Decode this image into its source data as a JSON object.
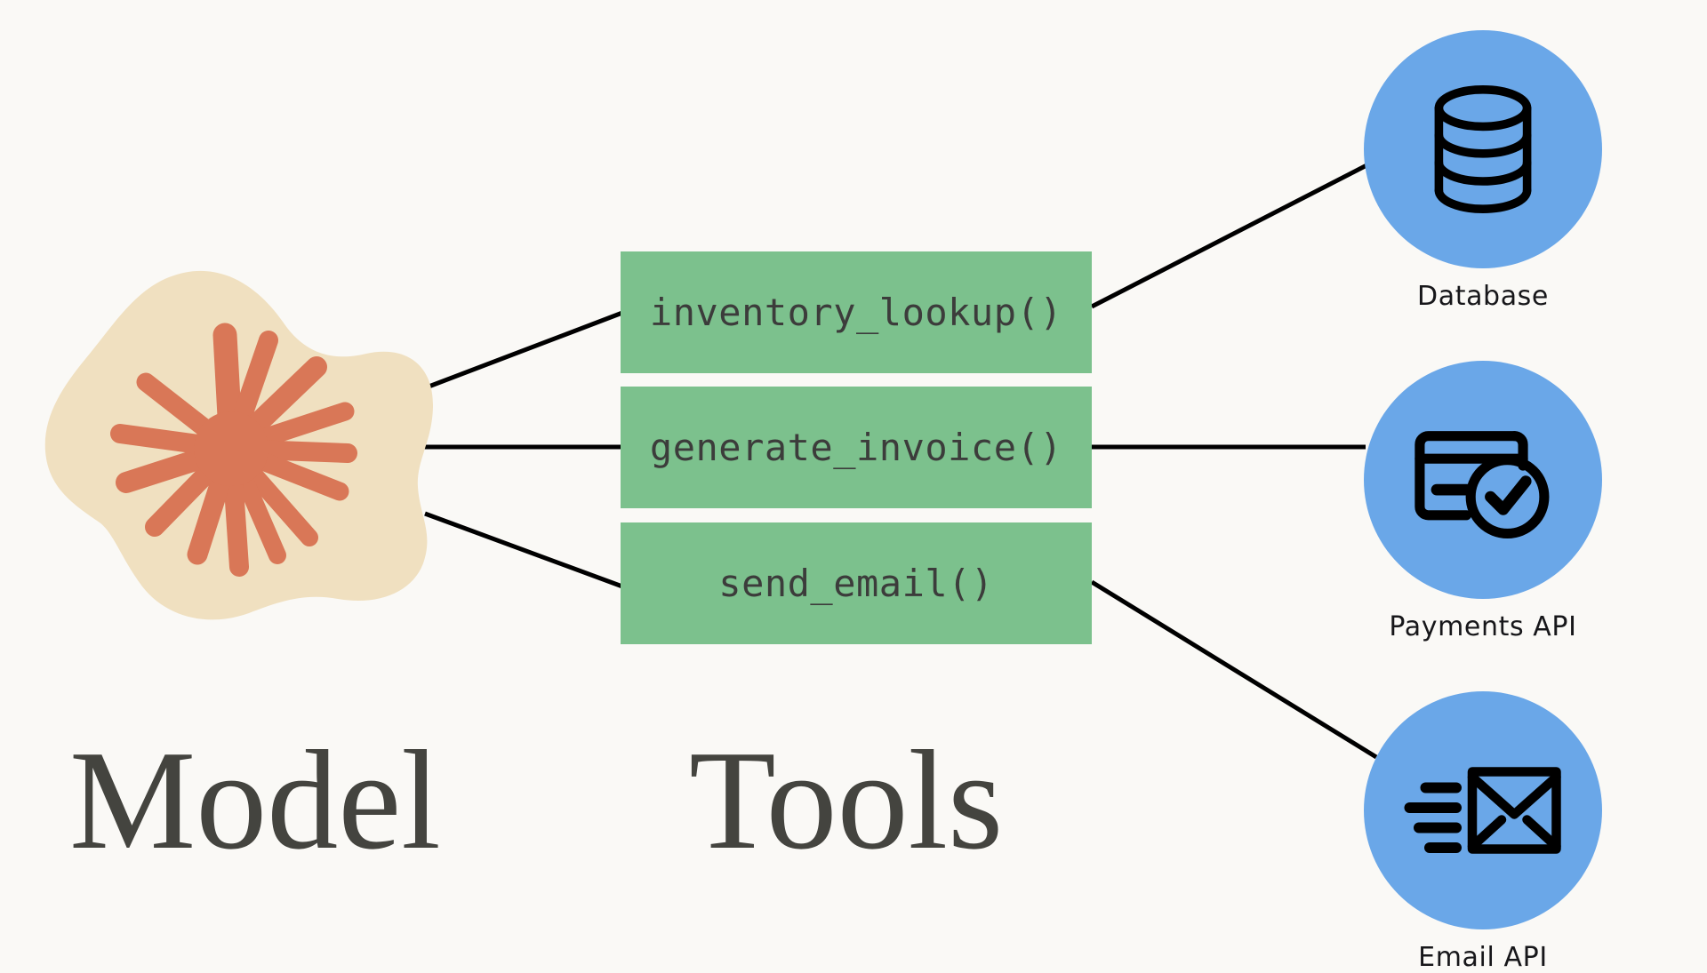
{
  "diagram": {
    "title_not_shown": null,
    "background_color": "#FAF9F6",
    "sections": [
      {
        "id": "model",
        "caption": "Model"
      },
      {
        "id": "tools",
        "caption": "Tools"
      }
    ],
    "model": {
      "caption": "Model",
      "blob_color": "#F0E0C0",
      "starburst_color": "#D97757",
      "starburst_icon": "starburst-icon",
      "starburst_ray_count": 14
    },
    "tools": {
      "caption": "Tools",
      "box_color": "#7CC18D",
      "text_color": "#3C3C3B",
      "items": [
        {
          "label": "inventory_lookup()",
          "name": "tool-inventory-lookup"
        },
        {
          "label": "generate_invoice()",
          "name": "tool-generate-invoice"
        },
        {
          "label": "send_email()",
          "name": "tool-send-email"
        }
      ]
    },
    "services": {
      "circle_color": "#6AA7E8",
      "icon_color": "#000000",
      "label_color": "#17171A",
      "items": [
        {
          "label": "Database",
          "icon": "database-cylinder-icon",
          "name": "service-database"
        },
        {
          "label": "Payments API",
          "icon": "credit-card-check-icon",
          "name": "service-payments-api"
        },
        {
          "label": "Email API",
          "icon": "envelope-speed-icon",
          "name": "service-email-api"
        }
      ]
    },
    "connectors": {
      "color": "#000000",
      "width": 5,
      "edges": [
        {
          "from": "model",
          "to": "tool-inventory-lookup"
        },
        {
          "from": "model",
          "to": "tool-generate-invoice"
        },
        {
          "from": "model",
          "to": "tool-send-email"
        },
        {
          "from": "tool-inventory-lookup",
          "to": "service-database"
        },
        {
          "from": "tool-generate-invoice",
          "to": "service-payments-api"
        },
        {
          "from": "tool-send-email",
          "to": "service-email-api"
        }
      ]
    }
  }
}
